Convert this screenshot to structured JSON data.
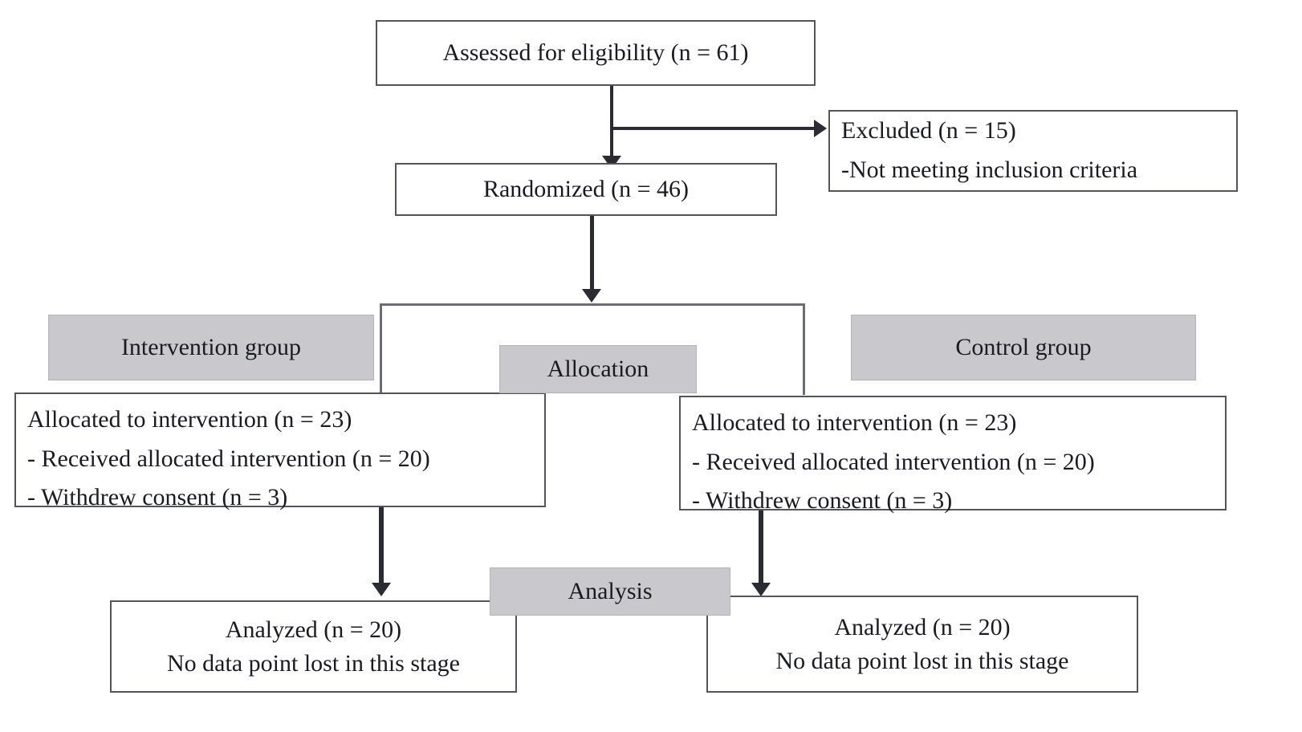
{
  "diagram": {
    "type": "consort-flow-diagram",
    "title": "CONSORT participant flow diagram",
    "colors": {
      "box_border": "#54545c",
      "bracket_line": "#6c6c74",
      "arrow": "#2b2b33",
      "stage_fill": "#c9c9cd",
      "background": "#ffffff",
      "text": "#1a1a22"
    },
    "nodes": {
      "enrollment": {
        "assessed": "Assessed for eligibility (n = 61)",
        "randomized": "Randomized (n = 46)",
        "excluded_lines": [
          "Excluded (n = 15)",
          "-Not meeting inclusion criteria"
        ]
      },
      "stage_labels": {
        "allocation": "Allocation",
        "analysis": "Analysis"
      },
      "arms": {
        "intervention": {
          "header": "Intervention group",
          "allocation_lines": [
            "Allocated to intervention (n = 23)",
            "- Received allocated intervention (n = 20)",
            "- Withdrew consent (n = 3)"
          ],
          "analysis_lines": [
            "Analyzed (n = 20)",
            "No data point lost in this stage"
          ]
        },
        "control": {
          "header": "Control group",
          "allocation_lines": [
            "Allocated to intervention (n = 23)",
            "- Received allocated intervention (n = 20)",
            "- Withdrew consent (n = 3)"
          ],
          "analysis_lines": [
            "Analyzed (n = 20)",
            "No data point lost in this stage"
          ]
        }
      }
    }
  }
}
